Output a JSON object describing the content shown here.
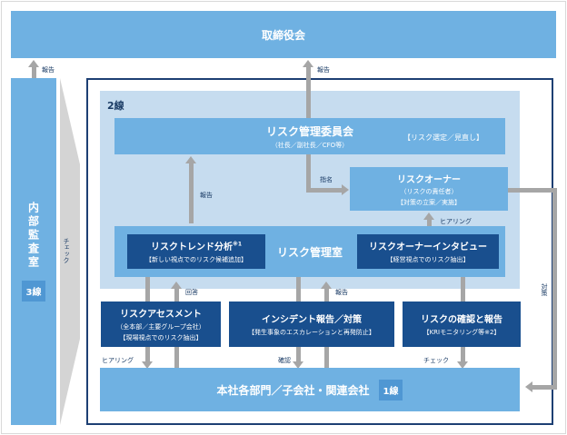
{
  "board": {
    "label": "取締役会"
  },
  "audit": {
    "label": "内部監査室",
    "badge": "3線"
  },
  "line2": {
    "label": "2線"
  },
  "committee": {
    "title": "リスク管理委員会",
    "sub": "（社長／副社長／CFO等）",
    "note": "【リスク選定／見直し】"
  },
  "owner": {
    "title": "リスクオーナー",
    "sub": "（リスクの責任者）",
    "note": "【対策の立案／実施】"
  },
  "management_room": {
    "label": "リスク管理室"
  },
  "trend": {
    "title": "リスクトレンド分析",
    "sup": "※1",
    "note": "【新しい視点でのリスク候補追加】"
  },
  "interview": {
    "title": "リスクオーナーインタビュー",
    "note": "【経営視点でのリスク抽出】"
  },
  "assessment": {
    "title": "リスクアセスメント",
    "sub": "（全本部／主要グループ会社）",
    "note": "【現場視点でのリスク抽出】"
  },
  "incident": {
    "title": "インシデント報告／対策",
    "note": "【発生事象のエスカレーションと再発防止】"
  },
  "confirm": {
    "title": "リスクの確認と報告",
    "note": "【KRIモニタリング等※2】"
  },
  "line1": {
    "label": "本社各部門／子会社・関連会社",
    "badge": "1線"
  },
  "labels": {
    "report_left": "報告",
    "report_top": "報告",
    "report_mid": "報告",
    "report_bottom": "報告",
    "check_left": "チェック",
    "check_right": "チェック",
    "designate": "指名",
    "hearing_owner": "ヒアリング",
    "hearing_bottom": "ヒアリング",
    "answer": "回答",
    "confirm_word": "確認",
    "measure": "対策"
  },
  "colors": {
    "light_blue": "#6fb1e2",
    "pale_blue": "#c6dcef",
    "navy": "#194f8e",
    "arrow_gray": "#a6a6a6"
  }
}
